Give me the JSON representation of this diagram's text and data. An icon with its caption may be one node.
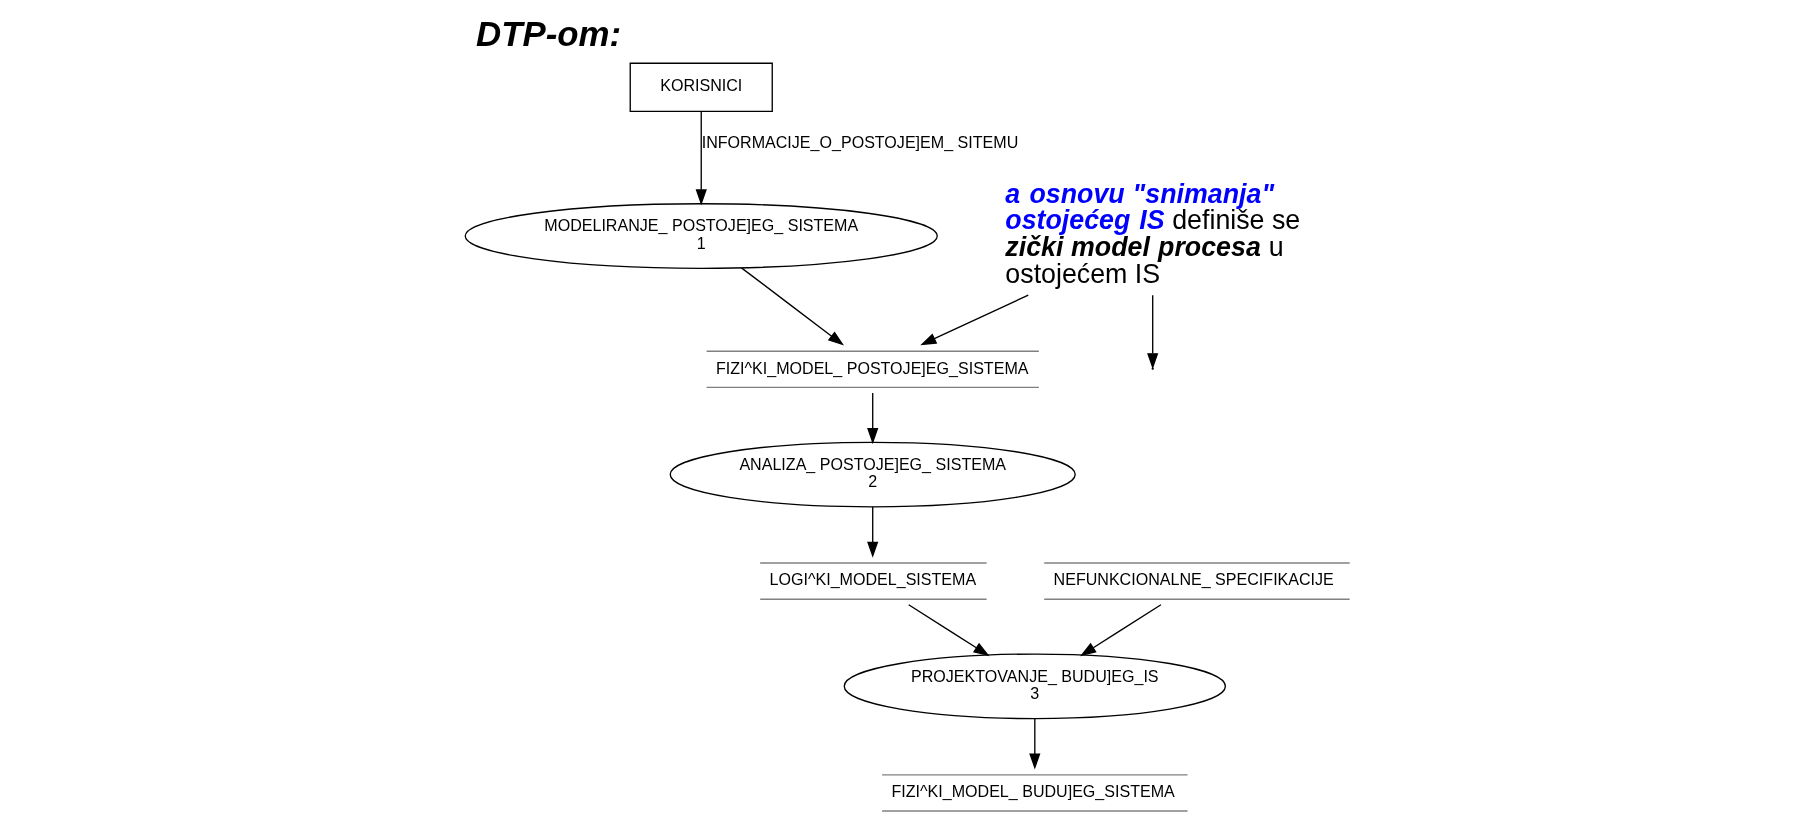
{
  "diagram": {
    "title": "DTP-om:",
    "nodes": [
      {
        "text": [
          "KORISNICI"
        ]
      },
      {
        "text": [
          "MODELIRANJE_ POSTOJE]EG_ SISTEMA",
          "1"
        ]
      },
      {
        "text": [
          "FIZI^KI_MODEL_ POSTOJE]EG_SISTEMA"
        ]
      },
      {
        "text": [
          "ANALIZA_ POSTOJE]EG_ SISTEMA",
          "2"
        ]
      },
      {
        "text": [
          "LOGI^KI_MODEL_SISTEMA"
        ]
      },
      {
        "text": [
          "NEFUNKCIONALNE_ SPECIFIKACIJE"
        ]
      },
      {
        "text": [
          "PROJEKTOVANJE_ BUDU]EG_IS",
          "3"
        ]
      },
      {
        "text": [
          "FIZI^KI_MODEL_ BUDU]EG_SISTEMA"
        ]
      },
      {
        "text": [
          "**a osnovu \"snimanja\" ostojećeg IS** definiše se **zički model procesa** u ostojećem IS"
        ]
      }
    ],
    "edges": [
      {
        "from": 0,
        "to": 1,
        "arrow": "to",
        "label": "INFORMACIJE_O_POSTOJE]EM_ SITEMU"
      },
      {
        "from": 1,
        "to": 2,
        "arrow": "to"
      },
      {
        "from": 2,
        "to": 3,
        "arrow": "to"
      },
      {
        "from": 3,
        "to": 4,
        "arrow": "to"
      },
      {
        "from": 4,
        "to": 6,
        "arrow": "to"
      },
      {
        "from": 5,
        "to": 6,
        "arrow": "to"
      },
      {
        "from": 6,
        "to": 7,
        "arrow": "to"
      },
      {
        "from": 8,
        "to": null,
        "arrow": "to"
      },
      {
        "from": 8,
        "to": 2,
        "arrow": "to"
      }
    ]
  }
}
